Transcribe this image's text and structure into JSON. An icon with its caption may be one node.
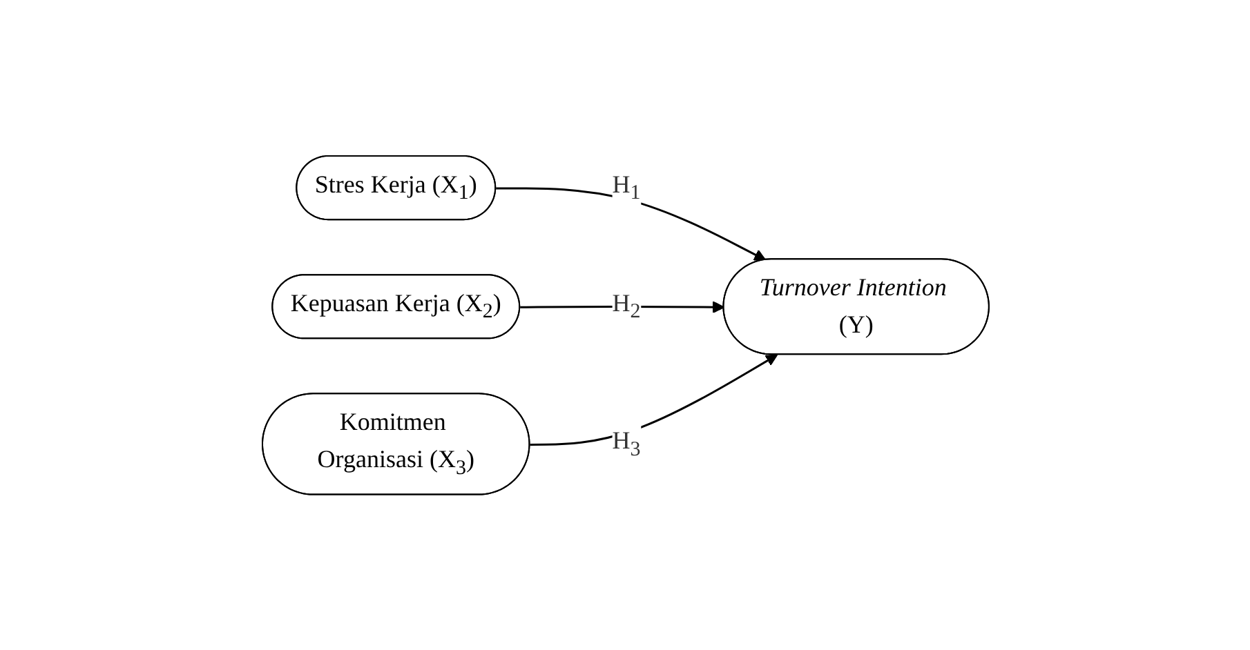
{
  "diagram": {
    "nodes": [
      {
        "text": [
          "Stres Kerja (X$_{1}$)"
        ]
      },
      {
        "text": [
          "Kepuasan Kerja (X$_{2}$)"
        ]
      },
      {
        "text": [
          "Komitmen Organisasi (X$_{3}$)"
        ]
      },
      {
        "text": [
          "*Turnover Intention* (Y)"
        ]
      }
    ],
    "edges": [
      {
        "from": 0,
        "to": 3,
        "arrow": "to",
        "label": "H$_{1}$"
      },
      {
        "from": 1,
        "to": 3,
        "arrow": "to",
        "label": "H$_{2}$"
      },
      {
        "from": 2,
        "to": 3,
        "arrow": "to",
        "label": "H$_{3}$"
      }
    ]
  }
}
